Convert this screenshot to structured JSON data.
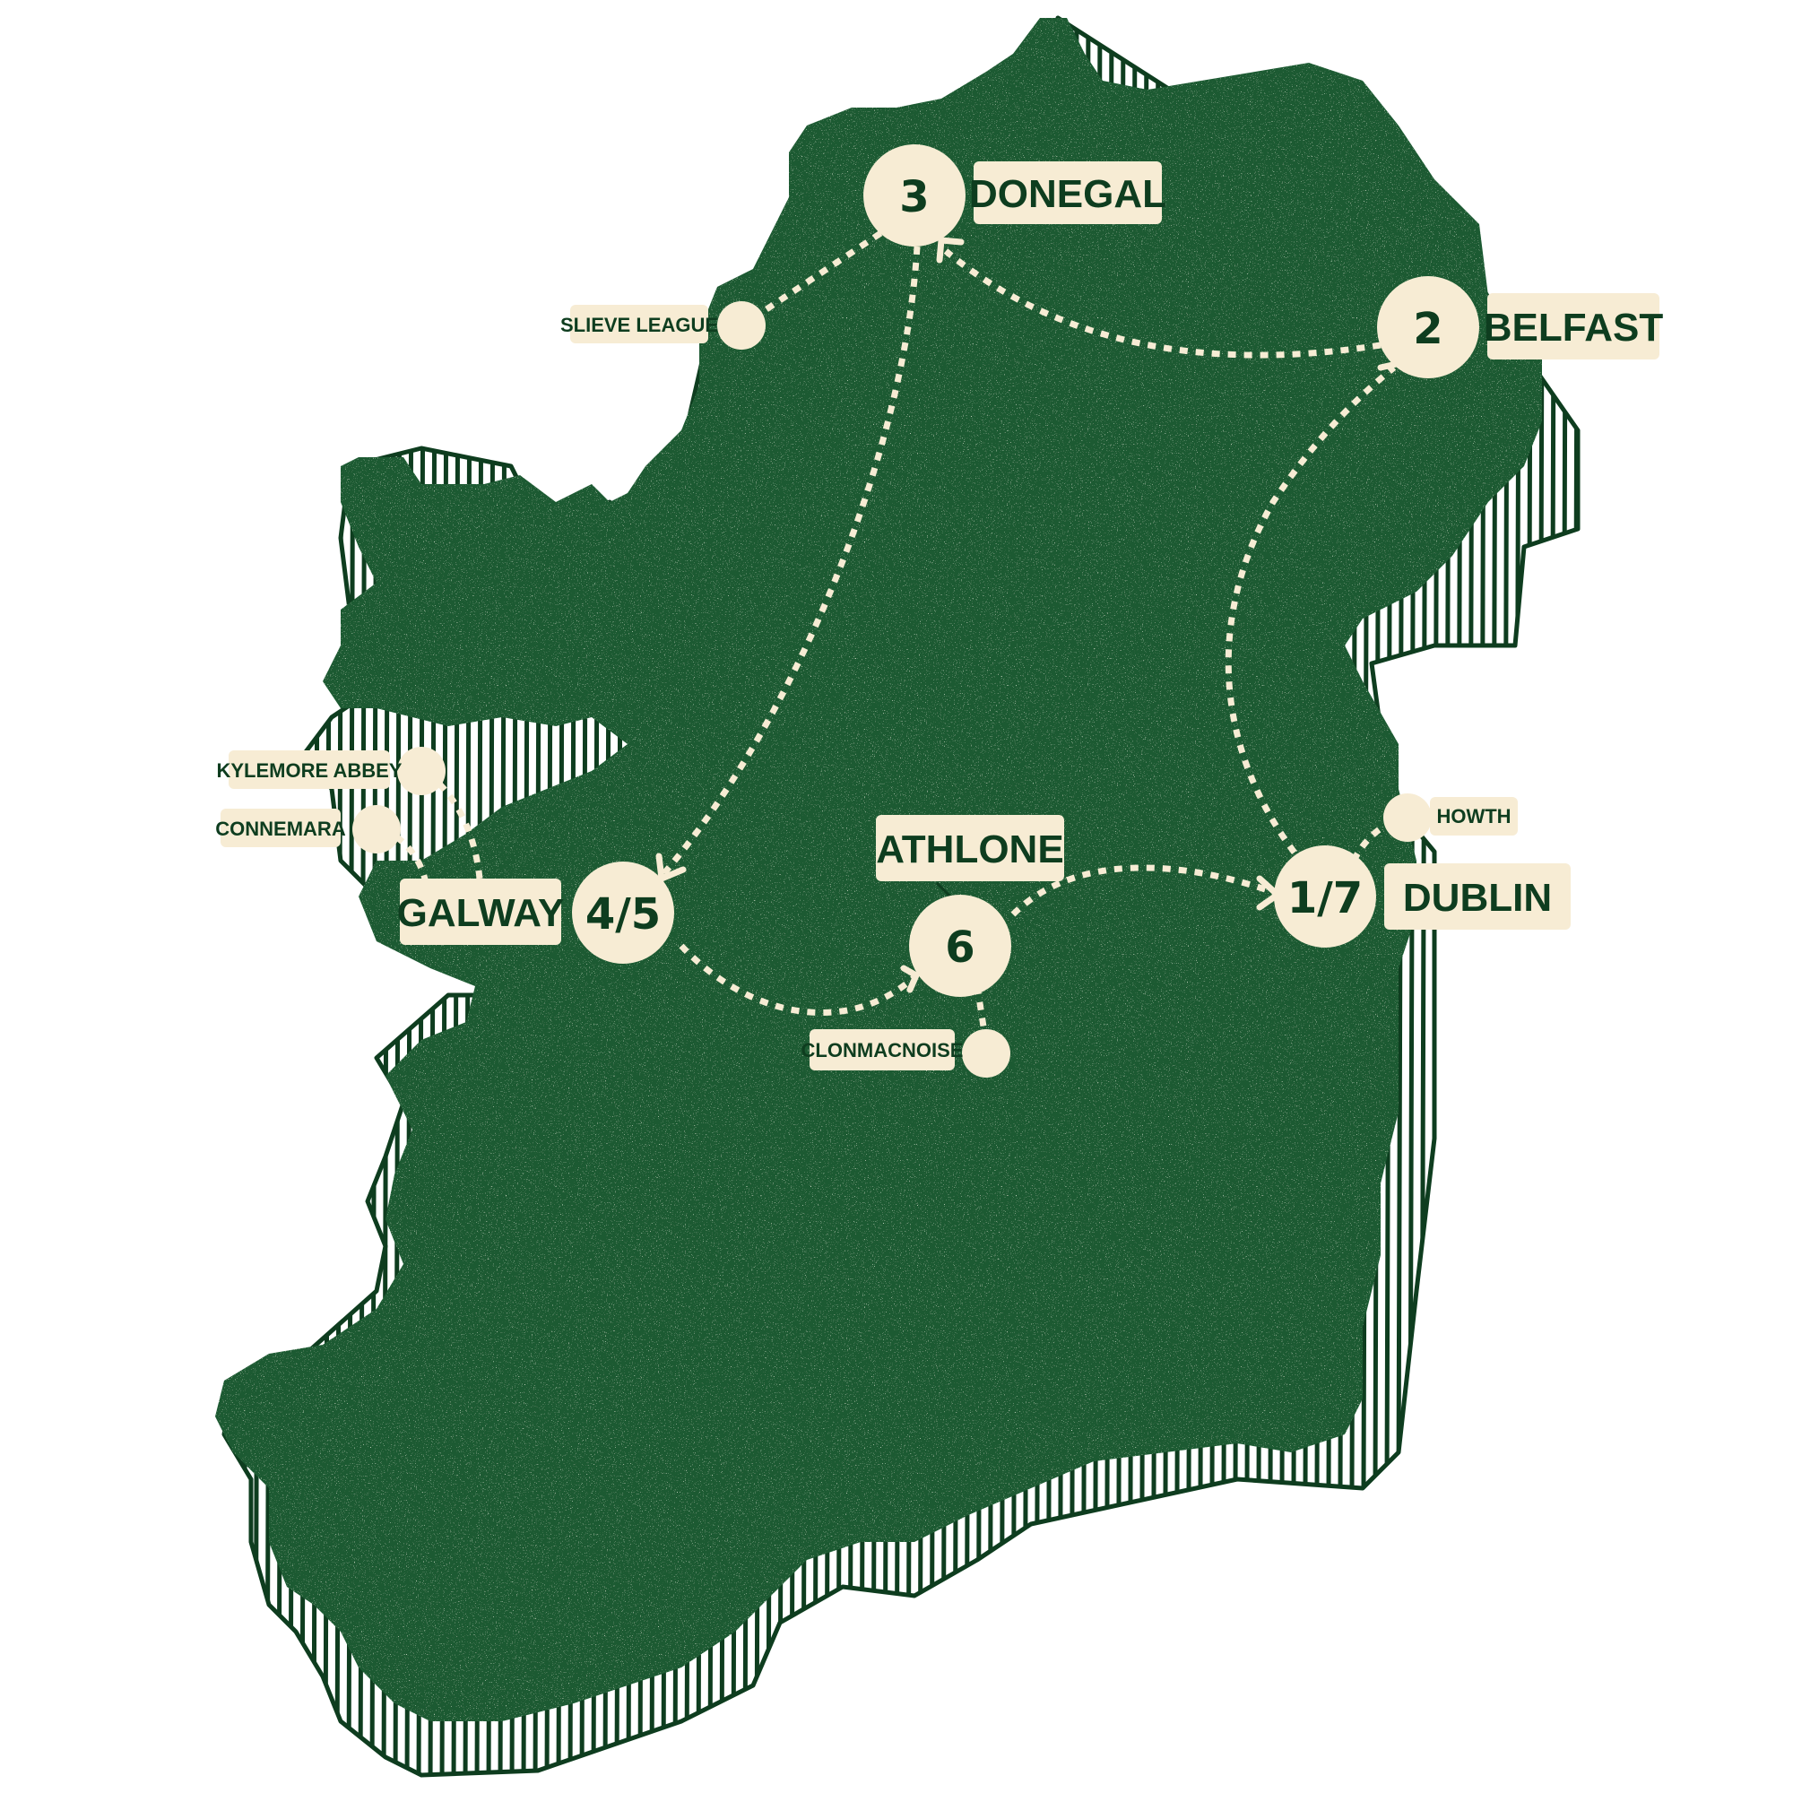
{
  "colors": {
    "land": "#1a5a30",
    "land_dark": "#0e3d1f",
    "cream": "#f7ecd4",
    "label_text": "#0e3d1f"
  },
  "stops": [
    {
      "id": "stop-dublin",
      "number": "1/7",
      "label": "DUBLIN"
    },
    {
      "id": "stop-belfast",
      "number": "2",
      "label": "BELFAST"
    },
    {
      "id": "stop-donegal",
      "number": "3",
      "label": "DONEGAL"
    },
    {
      "id": "stop-galway",
      "number": "4/5",
      "label": "GALWAY"
    },
    {
      "id": "stop-athlone",
      "number": "6",
      "label": "ATHLONE"
    }
  ],
  "side_trips": [
    {
      "id": "poi-slieve-league",
      "label": "SLIEVE LEAGUE"
    },
    {
      "id": "poi-kylemore-abbey",
      "label": "KYLEMORE ABBEY"
    },
    {
      "id": "poi-connemara",
      "label": "CONNEMARA"
    },
    {
      "id": "poi-clonmacnoise",
      "label": "CLONMACNOISE"
    },
    {
      "id": "poi-howth",
      "label": "HOWTH"
    }
  ],
  "route_order": [
    "1/7",
    "2",
    "3",
    "4/5",
    "6",
    "1/7"
  ]
}
